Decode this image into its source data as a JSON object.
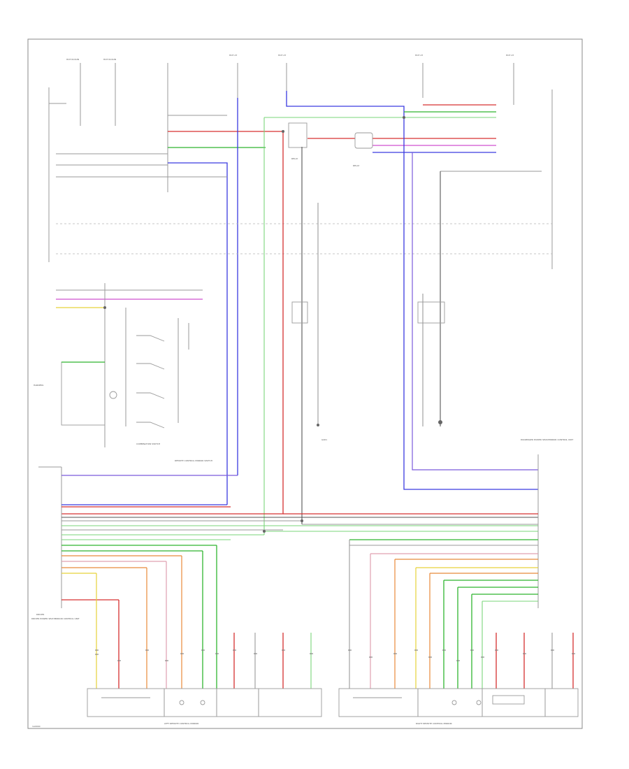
{
  "diagram": {
    "labels": {
      "left_block_bottom": "LEFT REMOTE CONTROL MIRROR",
      "right_block_bottom": "RIGHT REMOTE CONTROL MIRROR",
      "left_module": "DRIVER POWER SEAT/MIRROR CONTROL UNIT",
      "right_module": "PASSENGER POWER SEAT/MIRROR CONTROL UNIT",
      "combination_switch": "COMBINATION SWITCH",
      "mirror_switch": "REMOTE CONTROL MIRROR SWITCH",
      "ground_tag": "G401",
      "figure_id": "1A0040"
    },
    "note": ""
  }
}
